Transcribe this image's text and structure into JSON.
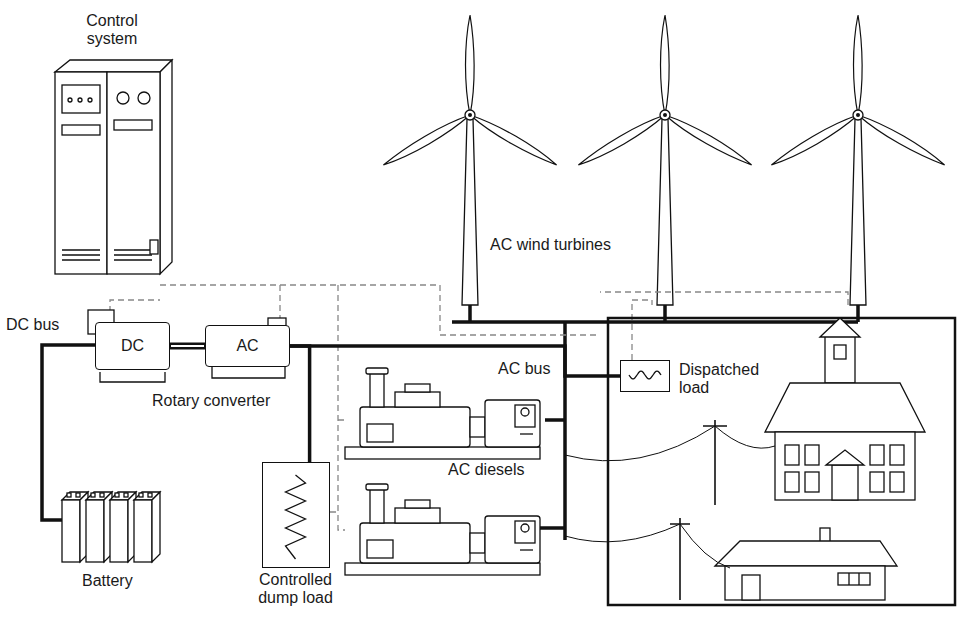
{
  "diagram": {
    "nodes": [
      {
        "text": [
          "DC"
        ]
      },
      {
        "text": [
          "AC"
        ]
      },
      {
        "text": [
          "Controlled dump load"
        ]
      },
      {
        "text": [
          "Dispatched load"
        ]
      }
    ],
    "edges": [
      {
        "from": 0,
        "to": 1,
        "arrow": "none"
      },
      {
        "from": 1,
        "to": 2,
        "arrow": "none"
      },
      {
        "from": 1,
        "to": 3,
        "arrow": "none"
      }
    ],
    "labels": [
      "Control system",
      "AC wind turbines",
      "DC bus",
      "Rotary converter",
      "AC bus",
      "AC diesels",
      "Battery"
    ]
  }
}
